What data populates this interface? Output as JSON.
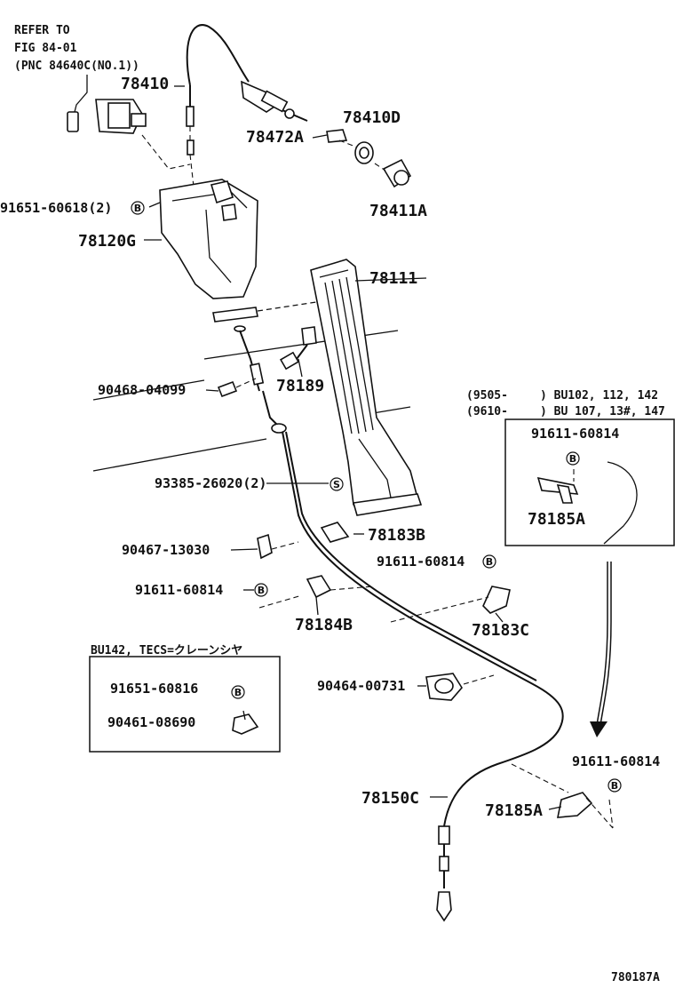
{
  "refer_note": {
    "line1": "REFER TO",
    "line2": "FIG 84-01",
    "line3": "(PNC 84640C(NO.1))"
  },
  "parts": {
    "p78410": "78410",
    "p78410D": "78410D",
    "p78472A": "78472A",
    "p78411A": "78411A",
    "p91651_60618": "91651-60618(2)",
    "p78120G": "78120G",
    "p78111": "78111",
    "p90468_04099": "90468-04099",
    "p78189": "78189",
    "p93385_26020": "93385-26020(2)",
    "p90467_13030": "90467-13030",
    "p78183B": "78183B",
    "p91611_60814_left": "91611-60814",
    "p78184B": "78184B",
    "p91611_60814_mid": "91611-60814",
    "p78183C": "78183C",
    "p90464_00731": "90464-00731",
    "p78150C": "78150C",
    "p78185A_lower": "78185A",
    "p91611_60814_lower": "91611-60814",
    "p91611_60814_inset": "91611-60814",
    "p78185A_inset": "78185A"
  },
  "circle_marks": {
    "b": "B",
    "s": "S"
  },
  "inset_right": {
    "date1": "(9505-",
    "date2": "(9610-",
    "models1": ") BU102, 112, 142",
    "models2": ") BU 107, 13#, 147"
  },
  "inset_left": {
    "title": "BU142, TECS=クレーンシヤ",
    "part1": "91651-60816",
    "part2": "90461-08690"
  },
  "footer": {
    "code": "780187A"
  }
}
